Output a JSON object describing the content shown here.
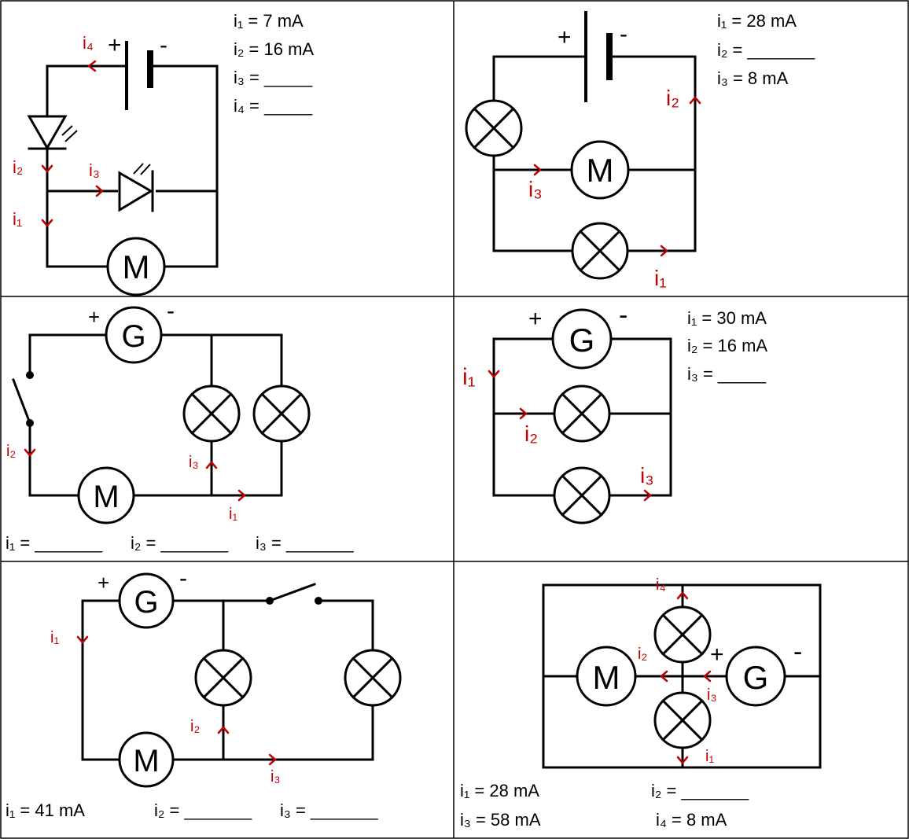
{
  "colors": {
    "current_label": "#c00000",
    "wire": "#000000"
  },
  "symbols": {
    "plus": "+",
    "minus": "-",
    "motor": "M",
    "generator": "G"
  },
  "panels": [
    {
      "name": "Battery with LED, diode and motor",
      "labels": {
        "i1": "i₁",
        "i2": "i₂",
        "i3": "i₃",
        "i4": "i₄"
      },
      "given": [
        "i₁ = 7 mA",
        "i₂ = 16 mA",
        "i₃ = _____",
        "i₄ = _____"
      ]
    },
    {
      "name": "Battery with two lamps and motor",
      "labels": {
        "i1": "i₁",
        "i2": "i₂",
        "i3": "i₃"
      },
      "given": [
        "i₁ = 28 mA",
        "i₂ = _______",
        "i₃ = 8 mA"
      ]
    },
    {
      "name": "Generator with switch, motor and two lamps",
      "labels": {
        "i1": "i₁",
        "i2": "i₂",
        "i3": "i₃"
      },
      "given": [
        "i₁ = _______",
        "i₂ = _______",
        "i₃ = _______"
      ]
    },
    {
      "name": "Generator with three branches",
      "labels": {
        "i1": "i₁",
        "i2": "i₂",
        "i3": "i₃"
      },
      "given": [
        "i₁ = 30 mA",
        "i₂ = 16 mA",
        "i₃ = _____"
      ]
    },
    {
      "name": "Generator with open switch, lamps and motor",
      "labels": {
        "i1": "i₁",
        "i2": "i₂",
        "i3": "i₃"
      },
      "given": [
        "i₁ = 41 mA",
        "i₂ = _______",
        "i₃ = _______"
      ]
    },
    {
      "name": "Generator, motor and two lamps in a ring",
      "labels": {
        "i1": "i₁",
        "i2": "i₂",
        "i3": "i₃",
        "i4": "i₄"
      },
      "given": [
        "i₁ = 28 mA",
        "i₂ = _______",
        "i₃ = 58 mA",
        "i₄ = 8 mA"
      ]
    }
  ]
}
